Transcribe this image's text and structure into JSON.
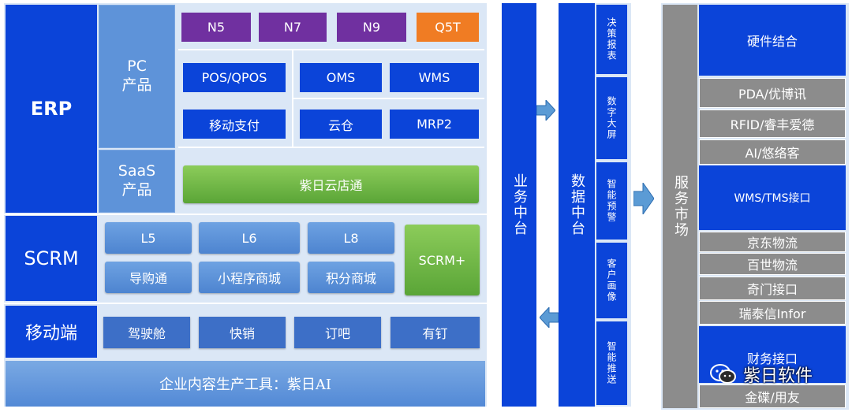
{
  "erp": {
    "label": "ERP",
    "pc": "PC\n产品",
    "saas": "SaaS\n产品",
    "hardware": [
      "N5",
      "N7",
      "N9",
      "Q5T"
    ],
    "pos": "POS/QPOS",
    "mobile_pay": "移动支付",
    "oms": "OMS",
    "wms": "WMS",
    "cloud_wh": "云仓",
    "mrp2": "MRP2",
    "cloud_store": "紫日云店通"
  },
  "scrm": {
    "label": "SCRM",
    "levels": [
      "L5",
      "L6",
      "L8"
    ],
    "features": [
      "导购通",
      "小程序商城",
      "积分商城"
    ],
    "plus": "SCRM+"
  },
  "mobile": {
    "label": "移动端",
    "items": [
      "驾驶舱",
      "快销",
      "订吧",
      "有钉"
    ]
  },
  "ai_tool": "企业内容生产工具：紫日AI",
  "business_platform": "业务中台",
  "data_platform": "数据中台",
  "data_items": [
    "决策报表",
    "数字大屏",
    "智能预警",
    "客户画像",
    "智能推送"
  ],
  "service_market": "服务市场",
  "services": {
    "hardware": "硬件结合",
    "pda": "PDA/优博讯",
    "rfid": "RFID/睿丰爱德",
    "ai": "AI/悠络客",
    "wms_tms": "WMS/TMS接口",
    "jd": "京东物流",
    "best": "百世物流",
    "qimen": "奇门接口",
    "infor": "瑞泰信Infor",
    "finance": "财务接口",
    "kingdee": "金碟/用友"
  },
  "watermark": "紫日软件",
  "colors": {
    "blue": "#0b44d9",
    "purple": "#7030a0",
    "orange": "#f07c23",
    "green": "#5aa537",
    "gray": "#8c8c8c"
  }
}
